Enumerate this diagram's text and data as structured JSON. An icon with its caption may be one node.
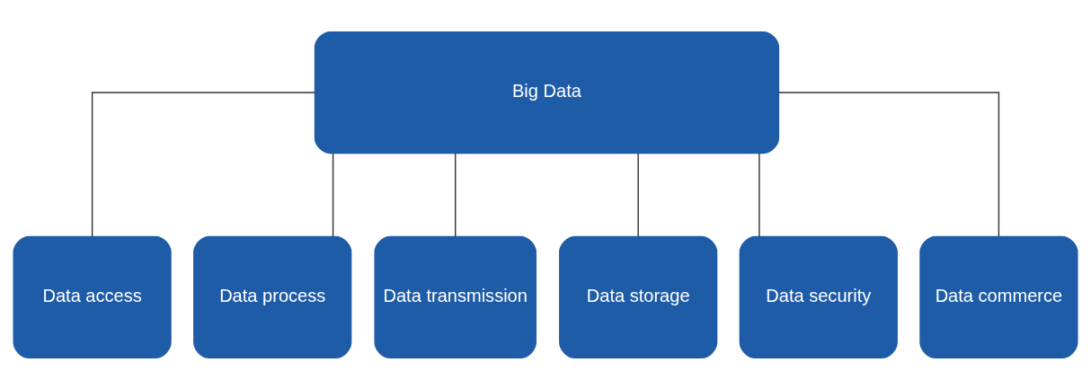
{
  "diagram": {
    "nodes": [
      {
        "text": [
          "Big Data"
        ]
      },
      {
        "text": [
          "Data access"
        ]
      },
      {
        "text": [
          "Data process"
        ]
      },
      {
        "text": [
          "Data transmission"
        ]
      },
      {
        "text": [
          "Data storage"
        ]
      },
      {
        "text": [
          "Data security"
        ]
      },
      {
        "text": [
          "Data commerce"
        ]
      }
    ],
    "edges": [
      {
        "from": 0,
        "to": 1,
        "arrow": "none"
      },
      {
        "from": 0,
        "to": 2,
        "arrow": "none"
      },
      {
        "from": 0,
        "to": 3,
        "arrow": "none"
      },
      {
        "from": 0,
        "to": 4,
        "arrow": "none"
      },
      {
        "from": 0,
        "to": 5,
        "arrow": "none"
      },
      {
        "from": 0,
        "to": 6,
        "arrow": "none"
      }
    ]
  }
}
